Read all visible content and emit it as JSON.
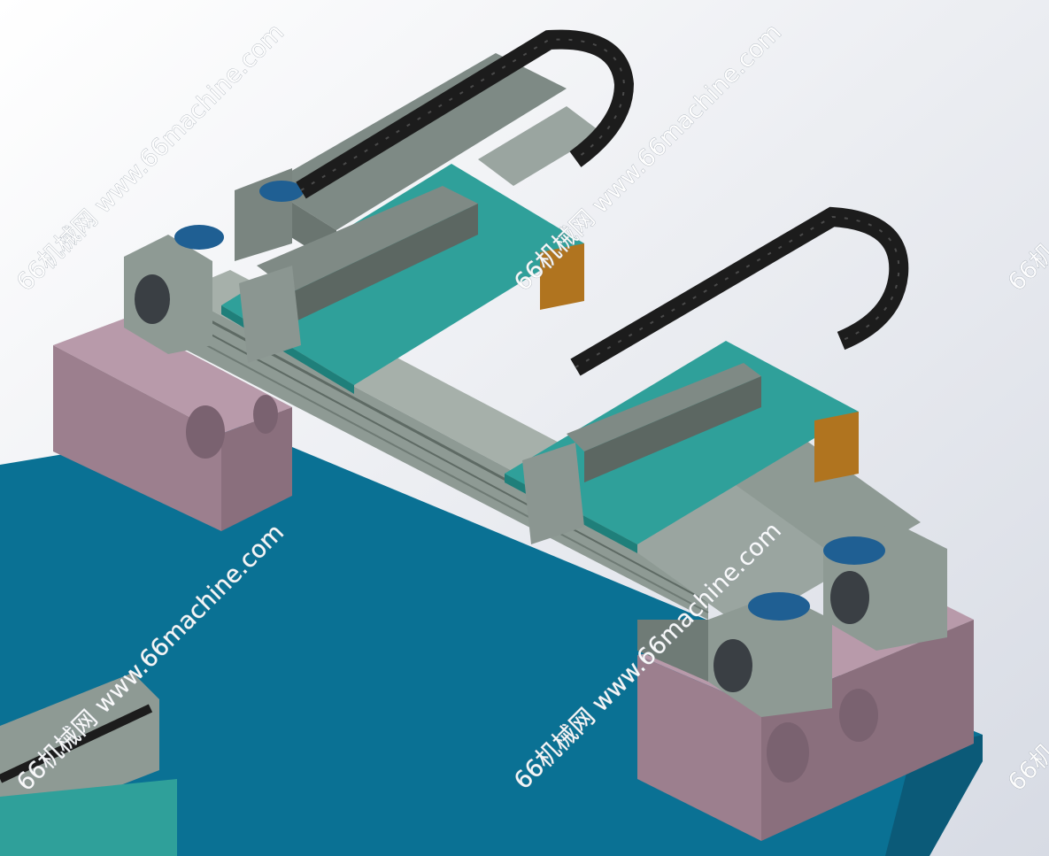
{
  "scene": {
    "subject": "gantry-linear-module-assembly",
    "colors": {
      "background_top": "#ffffff",
      "background_bottom": "#d9dde6",
      "table": "#0a7194",
      "table_edge": "#0b5a78",
      "base_block": "#9c7f8e",
      "rail_body": "#8e9a94",
      "carriage_plate": "#2fa09a",
      "motor_blue": "#1f5f93",
      "cable_chain": "#1c1c1c",
      "bracket_orange": "#b0741f"
    }
  },
  "watermarks": [
    {
      "text": "66机械网 www.66machine.com"
    },
    {
      "text": "66机械网 www.66machine.com"
    },
    {
      "text": "66机械网 www.66machine.com"
    },
    {
      "text": "66机械网 www.66machine.com"
    },
    {
      "text": "66机"
    },
    {
      "text": "66机"
    }
  ]
}
